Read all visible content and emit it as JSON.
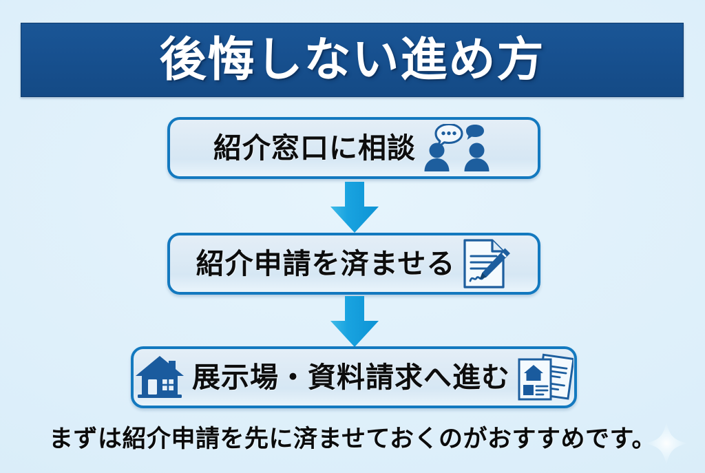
{
  "banner": {
    "title": "後悔しない進め方"
  },
  "steps": [
    {
      "label": "紹介窓口に相談",
      "icon_right": "people-talking-icon",
      "icon_left": null
    },
    {
      "label": "紹介申請を済ませる",
      "icon_right": "document-pen-icon",
      "icon_left": null
    },
    {
      "label": "展示場・資料請求へ進む",
      "icon_right": "brochure-documents-icon",
      "icon_left": "house-icon"
    }
  ],
  "arrows": [
    {
      "name": "down-arrow-icon"
    },
    {
      "name": "down-arrow-icon"
    }
  ],
  "footer": {
    "caption": "まずは紹介申請を先に済ませておくのがおすすめです。"
  },
  "decoration": {
    "sparkle": "sparkle-icon"
  },
  "colors": {
    "background": "#ddeffa",
    "banner_blue": "#17508f",
    "box_border": "#1379bf",
    "box_fill": "#dceaf5",
    "arrow_blue": "#19a3e0",
    "icon_blue": "#1a5b9e",
    "title_text": "#ffffff",
    "body_text": "#0d0d0d"
  }
}
